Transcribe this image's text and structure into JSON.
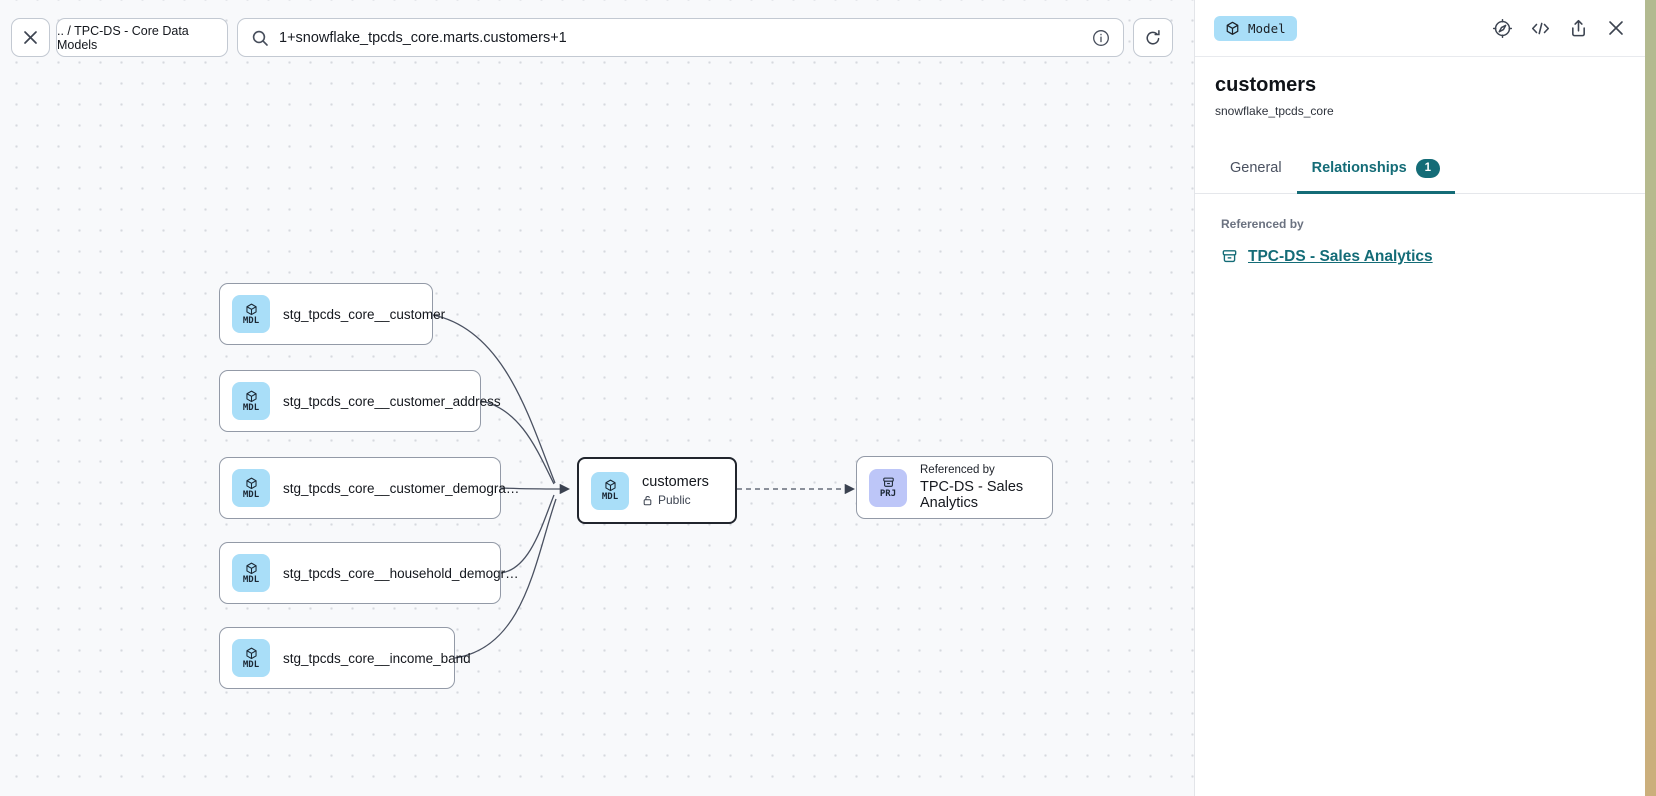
{
  "toolbar": {
    "breadcrumb": ".. / TPC-DS - Core Data Models",
    "search_value": "1+snowflake_tpcds_core.marts.customers+1"
  },
  "canvas": {
    "nodes": [
      {
        "badge": "MDL",
        "label": "stg_tpcds_core__customer"
      },
      {
        "badge": "MDL",
        "label": "stg_tpcds_core__customer_address"
      },
      {
        "badge": "MDL",
        "label": "stg_tpcds_core__customer_demogra…"
      },
      {
        "badge": "MDL",
        "label": "stg_tpcds_core__household_demogr…"
      },
      {
        "badge": "MDL",
        "label": "stg_tpcds_core__income_band"
      }
    ],
    "selected_node": {
      "badge": "MDL",
      "label": "customers",
      "access": "Public"
    },
    "reference_node": {
      "badge": "PRJ",
      "caption": "Referenced by",
      "label": "TPC-DS - Sales Analytics"
    }
  },
  "panel": {
    "type_badge": "Model",
    "title": "customers",
    "subtitle": "snowflake_tpcds_core",
    "tabs": {
      "general": "General",
      "relationships": "Relationships",
      "relationships_count": "1"
    },
    "referenced_by_label": "Referenced by",
    "referenced_by_link": "TPC-DS - Sales Analytics"
  },
  "colors": {
    "accent_teal": "#146c77",
    "model_badge_bg": "#a9def8",
    "prj_badge_bg": "#bdc6f8",
    "canvas_bg": "#f8f9fb",
    "node_border": "#939aa7",
    "selected_node_border": "#21252d"
  }
}
